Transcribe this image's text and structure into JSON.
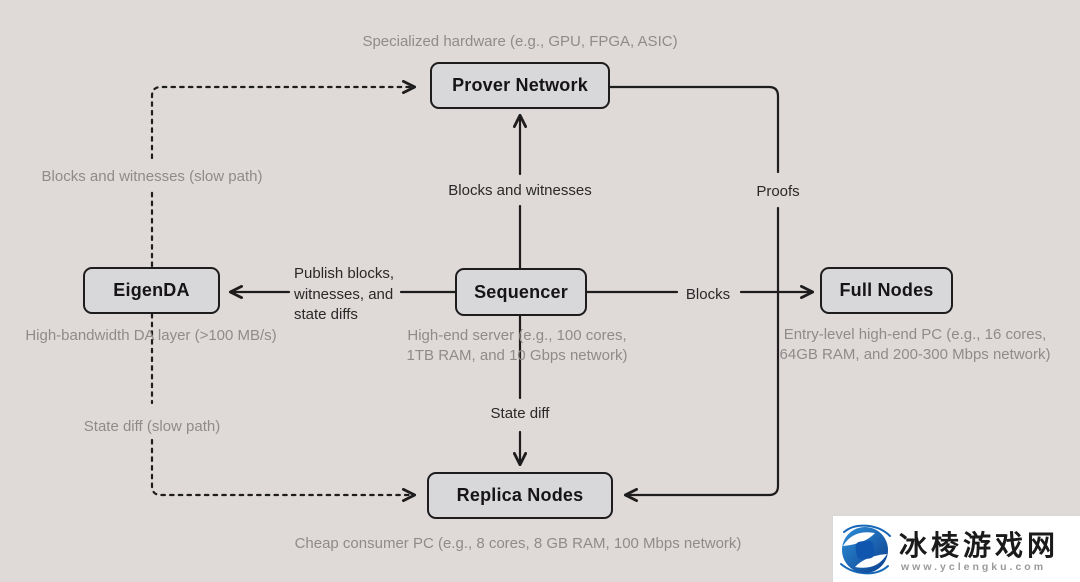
{
  "colors": {
    "background": "#dfdad8",
    "node_fill": "#d8d7da",
    "line_and_border": "#1e1c1d",
    "muted_text": "#8f8b8b",
    "watermark_blue": "#1565c0"
  },
  "nodes": {
    "prover": {
      "label": "Prover Network",
      "caption": "Specialized hardware (e.g., GPU, FPGA, ASIC)"
    },
    "eigenda": {
      "label": "EigenDA",
      "caption": "High-bandwidth DA layer (>100 MB/s)"
    },
    "sequencer": {
      "label": "Sequencer",
      "caption_lines": [
        "High-end server (e.g., 100 cores,",
        "1TB RAM, and 10 Gbps network)"
      ]
    },
    "full_nodes": {
      "label": "Full Nodes",
      "caption_lines": [
        "Entry-level high-end PC (e.g., 16 cores,",
        "64GB RAM, and 200-300 Mbps network)"
      ]
    },
    "replica_nodes": {
      "label": "Replica Nodes",
      "caption": "Cheap consumer PC (e.g., 8 cores, 8 GB RAM, 100 Mbps network)"
    }
  },
  "edges": {
    "eigenda_to_prover": {
      "label": "Blocks and witnesses (slow path)",
      "style": "dashed"
    },
    "sequencer_to_prover": {
      "label": "Blocks and witnesses",
      "style": "solid"
    },
    "sequencer_to_eigenda": {
      "label_lines": [
        "Publish blocks,",
        "witnesses, and",
        "state diffs"
      ],
      "style": "solid"
    },
    "sequencer_to_full_nodes": {
      "label": "Blocks",
      "style": "solid"
    },
    "prover_to_replica_nodes": {
      "label": "Proofs",
      "style": "solid"
    },
    "sequencer_to_replica_nodes": {
      "label": "State diff",
      "style": "solid"
    },
    "eigenda_to_replica_nodes": {
      "label": "State diff (slow path)",
      "style": "dashed"
    }
  },
  "watermark": {
    "site_name": "冰棱游戏网",
    "site_url": "www.yclengku.com"
  }
}
